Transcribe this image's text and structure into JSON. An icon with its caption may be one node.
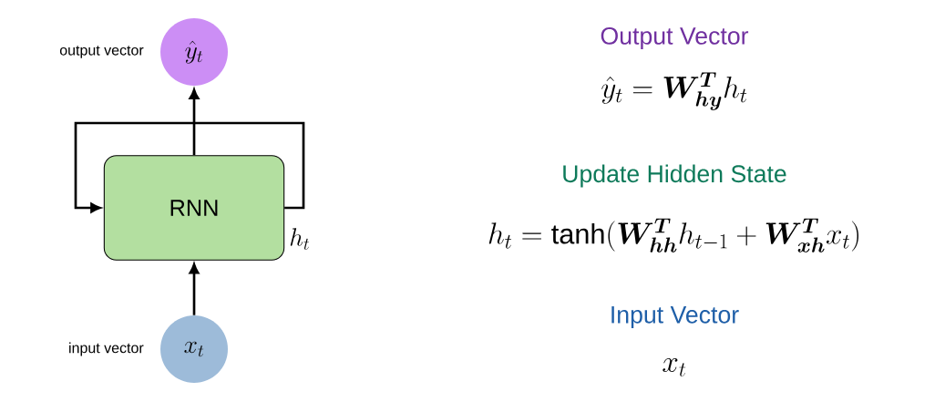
{
  "diagram": {
    "nodes": [
      {
        "text": [
          "\\hat{y}_t"
        ],
        "beside": [
          "output vector"
        ]
      },
      {
        "text": [
          "RNN"
        ],
        "beside": [
          "h_t"
        ]
      },
      {
        "text": [
          "x_t"
        ],
        "beside": [
          "input vector"
        ]
      }
    ],
    "edges": [
      {
        "from": 2,
        "to": 1,
        "arrow": "to"
      },
      {
        "from": 1,
        "to": 0,
        "arrow": "to"
      },
      {
        "from": 1,
        "to": 1,
        "arrow": "to"
      }
    ],
    "labels": [
      "Output Vector",
      "\\hat{y}_t = \\bm{W}_{\\bm{hy}}^{\\bm{T}} h_t",
      "Update Hidden State",
      "h_t = \\tanh(\\bm{W}_{\\bm{hh}}^{\\bm{T}} h_{t-1} + \\bm{W}_{\\bm{xh}}^{\\bm{T}} x_t)",
      "Input Vector",
      "x_t"
    ]
  }
}
